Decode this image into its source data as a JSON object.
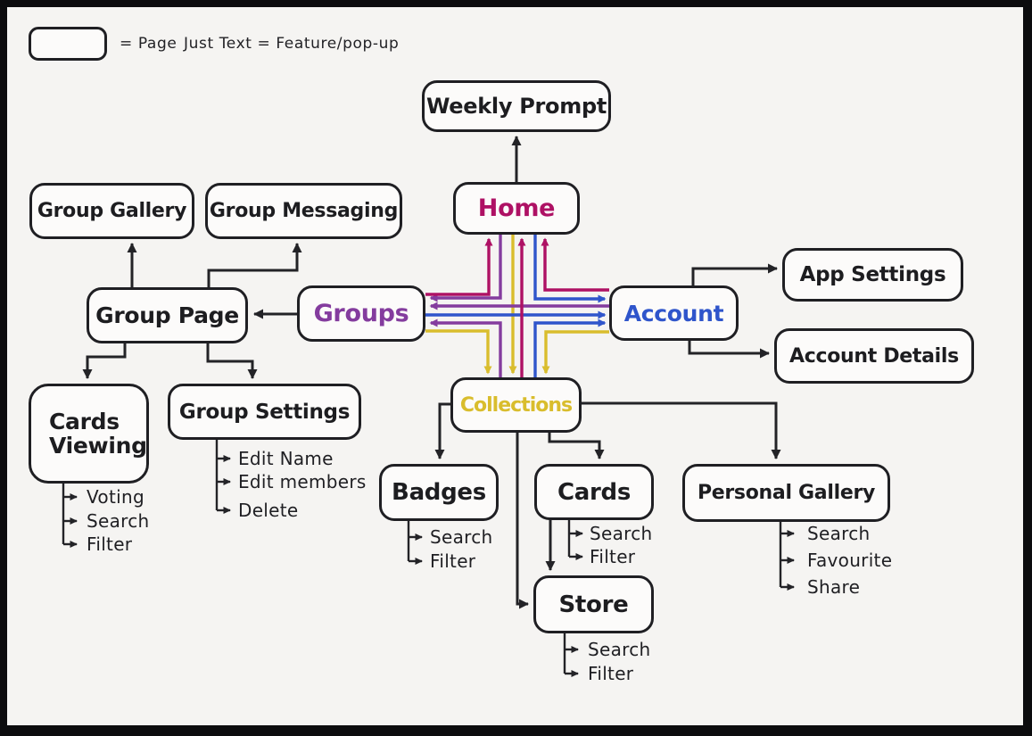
{
  "legend": {
    "page_label": "= Page",
    "feature_label": "Just Text = Feature/pop-up"
  },
  "colors": {
    "home_magenta": "#ae1164",
    "groups_purple": "#843c9e",
    "account_blue": "#2f55cb",
    "collections_yellow": "#d9bd2d",
    "box_border": "#1f1f23",
    "black_line": "#232327",
    "background": "#f5f4f2"
  },
  "nodes": {
    "weekly_prompt": {
      "label": "Weekly Prompt",
      "kind": "page"
    },
    "home": {
      "label": "Home",
      "kind": "page",
      "text_color": "#ae1164"
    },
    "group_gallery": {
      "label": "Group Gallery",
      "kind": "page"
    },
    "group_messaging": {
      "label": "Group Messaging",
      "kind": "page"
    },
    "group_page": {
      "label": "Group Page",
      "kind": "page"
    },
    "groups": {
      "label": "Groups",
      "kind": "page",
      "text_color": "#843c9e"
    },
    "account": {
      "label": "Account",
      "kind": "page",
      "text_color": "#2f55cb"
    },
    "app_settings": {
      "label": "App Settings",
      "kind": "page"
    },
    "account_details": {
      "label": "Account Details",
      "kind": "page"
    },
    "collections": {
      "label": "Collections",
      "kind": "page",
      "text_color": "#d9bd2d"
    },
    "cards_viewing": {
      "label": "Cards Viewing",
      "line1": "Cards",
      "line2": "Viewing",
      "kind": "page"
    },
    "group_settings": {
      "label": "Group Settings",
      "kind": "page"
    },
    "badges": {
      "label": "Badges",
      "kind": "page"
    },
    "cards": {
      "label": "Cards",
      "kind": "page"
    },
    "personal_gallery": {
      "label": "Personal Gallery",
      "kind": "page"
    },
    "store": {
      "label": "Store",
      "kind": "page"
    }
  },
  "features": {
    "cards_viewing": [
      "Voting",
      "Search",
      "Filter"
    ],
    "group_settings": [
      "Edit Name",
      "Edit members",
      "Delete"
    ],
    "badges": [
      "Search",
      "Filter"
    ],
    "cards": [
      "Search",
      "Filter"
    ],
    "store": [
      "Search",
      "Filter"
    ],
    "personal_gallery": [
      "Search",
      "Favourite",
      "Share"
    ]
  },
  "edges": {
    "black": [
      {
        "from": "Home",
        "to": "Weekly Prompt"
      },
      {
        "from": "Group Page",
        "to": "Group Gallery"
      },
      {
        "from": "Group Page",
        "to": "Group Messaging"
      },
      {
        "from": "Groups",
        "to": "Group Page"
      },
      {
        "from": "Group Page",
        "to": "Cards Viewing"
      },
      {
        "from": "Group Page",
        "to": "Group Settings"
      },
      {
        "from": "Account",
        "to": "App Settings"
      },
      {
        "from": "Account",
        "to": "Account Details"
      },
      {
        "from": "Collections",
        "to": "Badges"
      },
      {
        "from": "Collections",
        "to": "Cards"
      },
      {
        "from": "Collections",
        "to": "Store"
      },
      {
        "from": "Collections",
        "to": "Personal Gallery"
      },
      {
        "from": "Cards",
        "to": "Store"
      }
    ],
    "colored": [
      {
        "from": "Home",
        "to": "Groups",
        "color": "#843c9e"
      },
      {
        "from": "Home",
        "to": "Account",
        "color": "#2f55cb"
      },
      {
        "from": "Home",
        "to": "Collections",
        "color": "#d9bd2d"
      },
      {
        "from": "Groups",
        "to": "Home",
        "color": "#ae1164"
      },
      {
        "from": "Groups",
        "to": "Account",
        "color": "#2f55cb"
      },
      {
        "from": "Groups",
        "to": "Collections",
        "color": "#d9bd2d"
      },
      {
        "from": "Account",
        "to": "Home",
        "color": "#ae1164"
      },
      {
        "from": "Account",
        "to": "Groups",
        "color": "#843c9e"
      },
      {
        "from": "Account",
        "to": "Collections",
        "color": "#d9bd2d"
      },
      {
        "from": "Collections",
        "to": "Home",
        "color": "#ae1164"
      },
      {
        "from": "Collections",
        "to": "Groups",
        "color": "#843c9e"
      },
      {
        "from": "Collections",
        "to": "Account",
        "color": "#2f55cb"
      }
    ]
  }
}
